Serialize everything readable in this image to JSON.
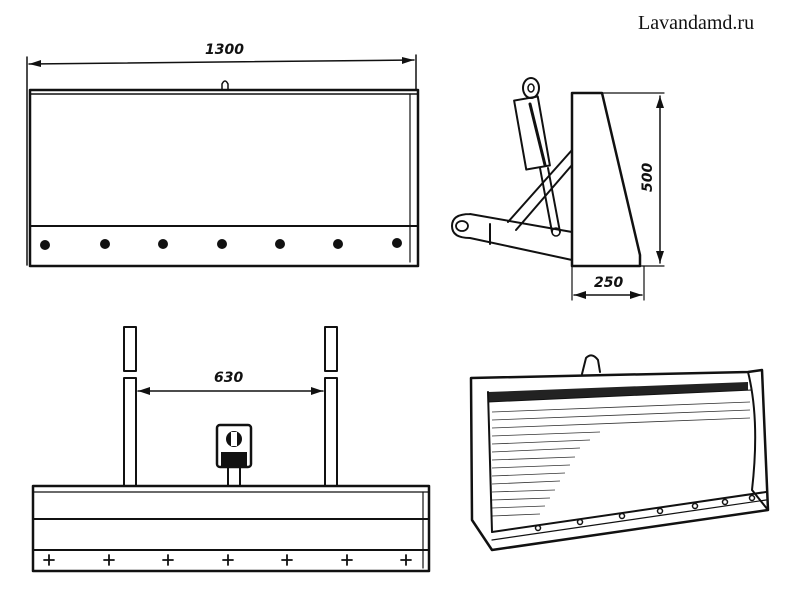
{
  "watermark": "Lavandamd.ru",
  "dimensions": {
    "front_width": "1300",
    "side_height": "500",
    "side_depth": "250",
    "mount_spacing": "630"
  },
  "colors": {
    "ink": "#111111",
    "background": "#ffffff"
  }
}
